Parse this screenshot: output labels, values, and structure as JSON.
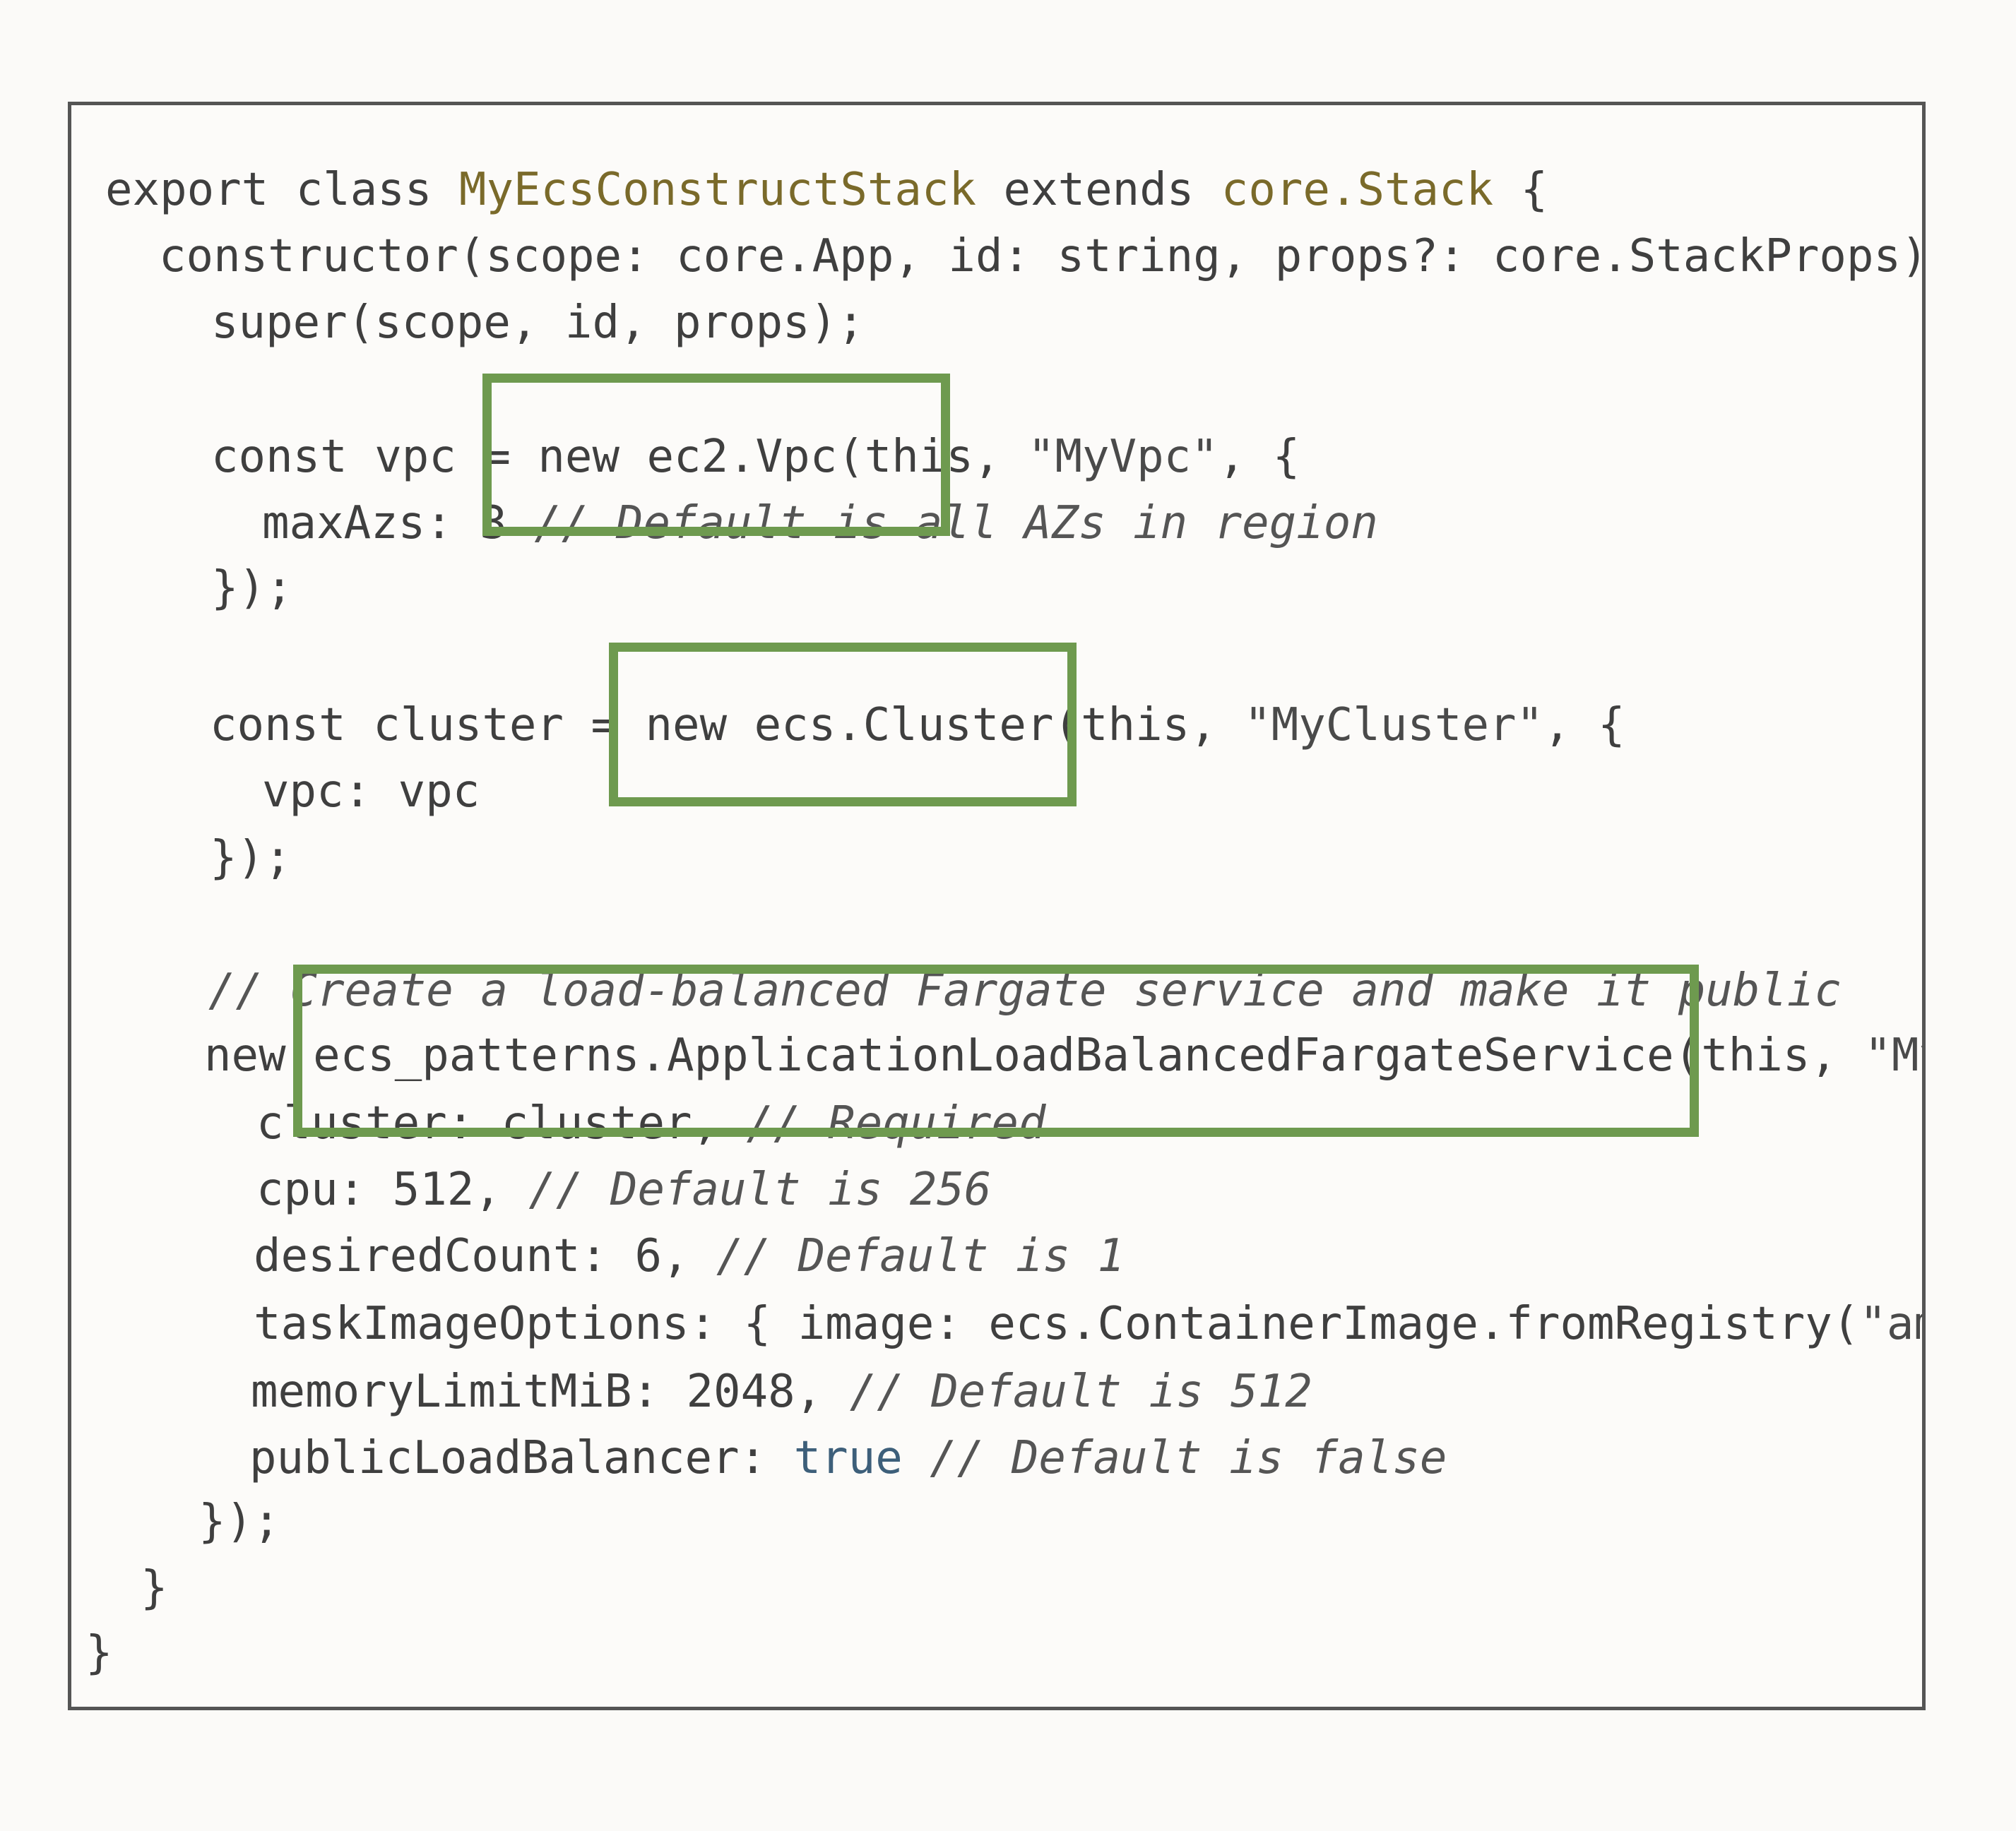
{
  "code": {
    "lines": [
      {
        "id": "l1",
        "indent": 0,
        "parts": [
          {
            "t": "export class ",
            "c": "kw"
          },
          {
            "t": "MyEcsConstructStack",
            "c": "type"
          },
          {
            "t": " extends ",
            "c": "kw"
          },
          {
            "t": "core.Stack",
            "c": "type"
          },
          {
            "t": " {",
            "c": "kw"
          }
        ]
      },
      {
        "id": "l2",
        "indent": 1,
        "parts": [
          {
            "t": "constructor(scope: core.App, id: string, props?: core.StackProps)",
            "c": "kw"
          }
        ]
      },
      {
        "id": "l3",
        "indent": 2,
        "parts": [
          {
            "t": "super(scope, id, props);",
            "c": "kw"
          }
        ]
      },
      {
        "id": "l4",
        "indent": 2,
        "parts": [
          {
            "t": "const vpc = new ec2.Vpc(this, ",
            "c": "kw"
          },
          {
            "t": "\"MyVpc\"",
            "c": "str"
          },
          {
            "t": ", {",
            "c": "kw"
          }
        ]
      },
      {
        "id": "l5",
        "indent": 3,
        "parts": [
          {
            "t": "maxAzs: 3 ",
            "c": "kw"
          },
          {
            "t": "// Default is all AZs in region",
            "c": "com"
          }
        ]
      },
      {
        "id": "l6",
        "indent": 2,
        "parts": [
          {
            "t": "});",
            "c": "kw"
          }
        ]
      },
      {
        "id": "l7",
        "indent": 2,
        "parts": [
          {
            "t": "const cluster = new ecs.Cluster(this, ",
            "c": "kw"
          },
          {
            "t": "\"MyCluster\"",
            "c": "str"
          },
          {
            "t": ", {",
            "c": "kw"
          }
        ]
      },
      {
        "id": "l8",
        "indent": 3,
        "parts": [
          {
            "t": "vpc: vpc",
            "c": "kw"
          }
        ]
      },
      {
        "id": "l9",
        "indent": 2,
        "parts": [
          {
            "t": "});",
            "c": "kw"
          }
        ]
      },
      {
        "id": "l10",
        "indent": 2,
        "parts": [
          {
            "t": "// Create a load-balanced Fargate service and make it public",
            "c": "com"
          }
        ]
      },
      {
        "id": "l11",
        "indent": 2,
        "parts": [
          {
            "t": "new ecs_patterns.ApplicationLoadBalancedFargateService(this, ",
            "c": "kw"
          },
          {
            "t": "\"My",
            "c": "str"
          }
        ]
      },
      {
        "id": "l12",
        "indent": 3,
        "parts": [
          {
            "t": "cluster: cluster, ",
            "c": "kw"
          },
          {
            "t": "// Required",
            "c": "com"
          }
        ]
      },
      {
        "id": "l13",
        "indent": 3,
        "parts": [
          {
            "t": "cpu: 512, ",
            "c": "kw"
          },
          {
            "t": "// Default is 256",
            "c": "com"
          }
        ]
      },
      {
        "id": "l14",
        "indent": 3,
        "parts": [
          {
            "t": "desiredCount: 6, ",
            "c": "kw"
          },
          {
            "t": "// Default is 1",
            "c": "com"
          }
        ]
      },
      {
        "id": "l15",
        "indent": 3,
        "parts": [
          {
            "t": "taskImageOptions: { image: ecs.ContainerImage.fromRegistry(",
            "c": "kw"
          },
          {
            "t": "\"am",
            "c": "str"
          }
        ]
      },
      {
        "id": "l16",
        "indent": 3,
        "parts": [
          {
            "t": "memoryLimitMiB: 2048, ",
            "c": "kw"
          },
          {
            "t": "// Default is 512",
            "c": "com"
          }
        ]
      },
      {
        "id": "l17",
        "indent": 3,
        "parts": [
          {
            "t": "publicLoadBalancer: ",
            "c": "kw"
          },
          {
            "t": "true",
            "c": "lit"
          },
          {
            "t": " ",
            "c": "kw"
          },
          {
            "t": "// Default is false",
            "c": "com"
          }
        ]
      },
      {
        "id": "l18",
        "indent": 2,
        "parts": [
          {
            "t": "});",
            "c": "kw"
          }
        ]
      },
      {
        "id": "l19",
        "indent": 1,
        "parts": [
          {
            "t": "}",
            "c": "kw"
          }
        ]
      },
      {
        "id": "l20",
        "indent": 0,
        "parts": [
          {
            "t": "}",
            "c": "kw"
          }
        ]
      }
    ]
  },
  "colors": {
    "highlight": "#6e9a4f",
    "text": "#3a3a3a",
    "type": "#7a6a2a",
    "literal": "#3d5f7a"
  }
}
